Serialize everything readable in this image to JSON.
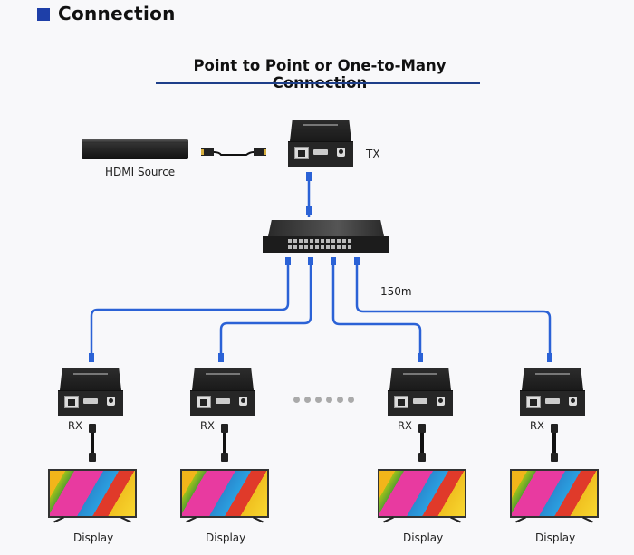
{
  "header": {
    "section_title": "Connection",
    "subtitle": "Point to Point or One-to-Many Connection",
    "accent_color": "#1e3fa8"
  },
  "diagram": {
    "source": {
      "label": "HDMI Source",
      "icon": "blu-ray-player-icon"
    },
    "transmitter": {
      "label": "TX",
      "icon": "hdmi-extender-icon"
    },
    "switch": {
      "icon": "network-switch-icon"
    },
    "distance_label": "150m",
    "cable_color": "#2b62d6",
    "more_indicator": "ellipsis-dots",
    "receivers": [
      {
        "label": "RX",
        "display_label": "Display"
      },
      {
        "label": "RX",
        "display_label": "Display"
      },
      {
        "label": "RX",
        "display_label": "Display"
      },
      {
        "label": "RX",
        "display_label": "Display"
      }
    ]
  }
}
